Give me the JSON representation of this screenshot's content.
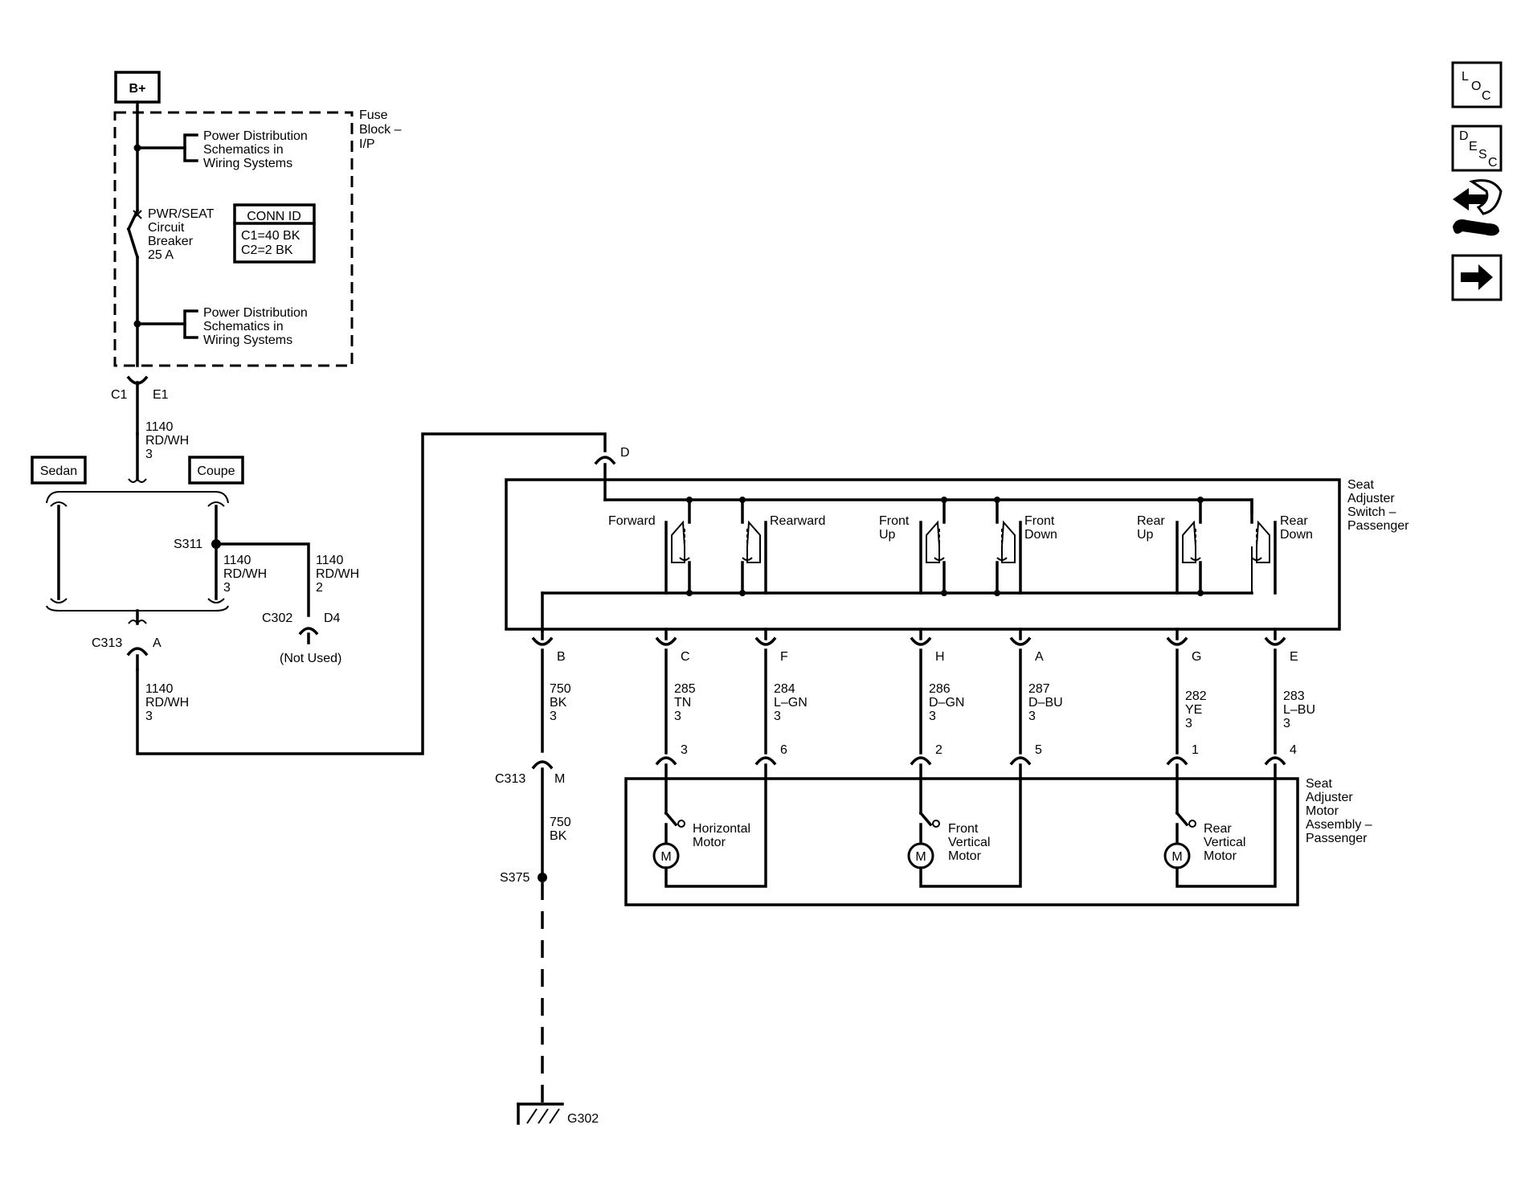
{
  "power": {
    "source": "B+",
    "fuse_block": [
      "Fuse",
      "Block –",
      "I/P"
    ],
    "power_dist_top": [
      "Power Distribution",
      "Schematics in",
      "Wiring Systems"
    ],
    "power_dist_bottom": [
      "Power Distribution",
      "Schematics in",
      "Wiring Systems"
    ],
    "breaker": [
      "PWR/SEAT",
      "Circuit",
      "Breaker",
      "25 A"
    ],
    "conn_id_title": "CONN ID",
    "conn_id_lines": [
      "C1=40 BK",
      "C2=2 BK"
    ]
  },
  "connectors": {
    "c1_left": "C1",
    "c1_right": "E1",
    "c313_left": "C313",
    "c313_right": "A",
    "c302_left": "C302",
    "c302_right": "D4",
    "not_used": "(Not Used)",
    "c313_lower_left": "C313",
    "c313_lower_right": "M",
    "switch_d": "D",
    "splice_s311": "S311",
    "splice_s375": "S375",
    "ground": "G302"
  },
  "options": {
    "sedan": "Sedan",
    "coupe": "Coupe"
  },
  "wires": {
    "w1140_top": [
      "1140",
      "RD/WH",
      "3"
    ],
    "w1140_s311": [
      "1140",
      "RD/WH",
      "3"
    ],
    "w1140_c302": [
      "1140",
      "RD/WH",
      "2"
    ],
    "w1140_bottom": [
      "1140",
      "RD/WH",
      "3"
    ],
    "w750_top": [
      "750",
      "BK",
      "3"
    ],
    "w750_bottom": [
      "750",
      "BK"
    ]
  },
  "switch": {
    "title": [
      "Seat",
      "Adjuster",
      "Switch –",
      "Passenger"
    ],
    "contacts": {
      "forward": [
        "Forward"
      ],
      "rearward": [
        "Rearward"
      ],
      "front_up": [
        "Front",
        "Up"
      ],
      "front_down": [
        "Front",
        "Down"
      ],
      "rear_up": [
        "Rear",
        "Up"
      ],
      "rear_down": [
        "Rear",
        "Down"
      ]
    },
    "pins": [
      "B",
      "C",
      "F",
      "H",
      "A",
      "G",
      "E"
    ]
  },
  "motor_circuits": [
    {
      "circuit": "285",
      "color": "TN",
      "gauge": "3"
    },
    {
      "circuit": "284",
      "color": "L–GN",
      "gauge": "3"
    },
    {
      "circuit": "286",
      "color": "D–GN",
      "gauge": "3"
    },
    {
      "circuit": "287",
      "color": "D–BU",
      "gauge": "3"
    },
    {
      "circuit": "282",
      "color": "YE",
      "gauge": "3"
    },
    {
      "circuit": "283",
      "color": "L–BU",
      "gauge": "3"
    }
  ],
  "motor_pins": [
    "3",
    "6",
    "2",
    "5",
    "1",
    "4"
  ],
  "motor_assembly": {
    "title": [
      "Seat",
      "Adjuster",
      "Motor",
      "Assembly –",
      "Passenger"
    ],
    "motor_symbol": "M",
    "horizontal": [
      "Horizontal",
      "Motor"
    ],
    "front_vertical": [
      "Front",
      "Vertical",
      "Motor"
    ],
    "rear_vertical": [
      "Rear",
      "Vertical",
      "Motor"
    ]
  },
  "nav": {
    "loc": [
      "L",
      "O",
      "C"
    ],
    "desc": [
      "D",
      "E",
      "S",
      "C"
    ],
    "tools_icon": "wrench-arrows-icon",
    "next_icon": "arrow-right-icon"
  }
}
